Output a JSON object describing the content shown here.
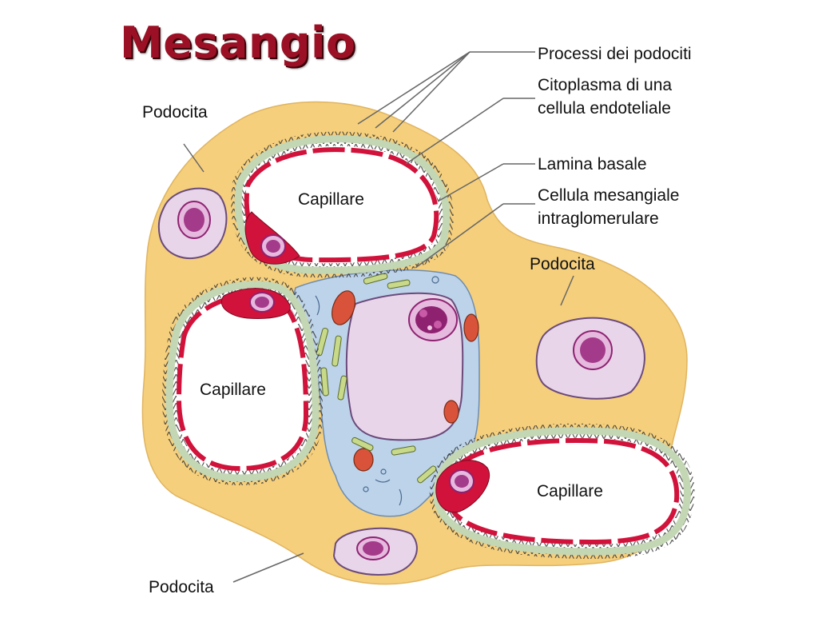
{
  "title": "Mesangio",
  "labels": {
    "podocita_top_left": "Podocita",
    "podocita_right": "Podocita",
    "podocita_bottom": "Podocita",
    "capillare_top": "Capillare",
    "capillare_left": "Capillare",
    "capillare_right": "Capillare",
    "processi": "Processi dei podociti",
    "citoplasma_1": "Citoplasma di una",
    "citoplasma_2": "cellula endoteliale",
    "lamina": "Lamina basale",
    "mesangiale_1": "Cellula mesangiale",
    "mesangiale_2": "intraglomerulare"
  },
  "colors": {
    "title": "#9b1025",
    "podocyte": "#f5cf7c",
    "endothelium": "#d1123a",
    "basal_lamina": "#c4d7b4",
    "mesangial_cytoplasm": "#bcd3ea",
    "nucleus": "#e8d5ea",
    "chromatin": "#8e2270",
    "mitochondria": "#d9533a",
    "organelle": "#c8d98a"
  }
}
